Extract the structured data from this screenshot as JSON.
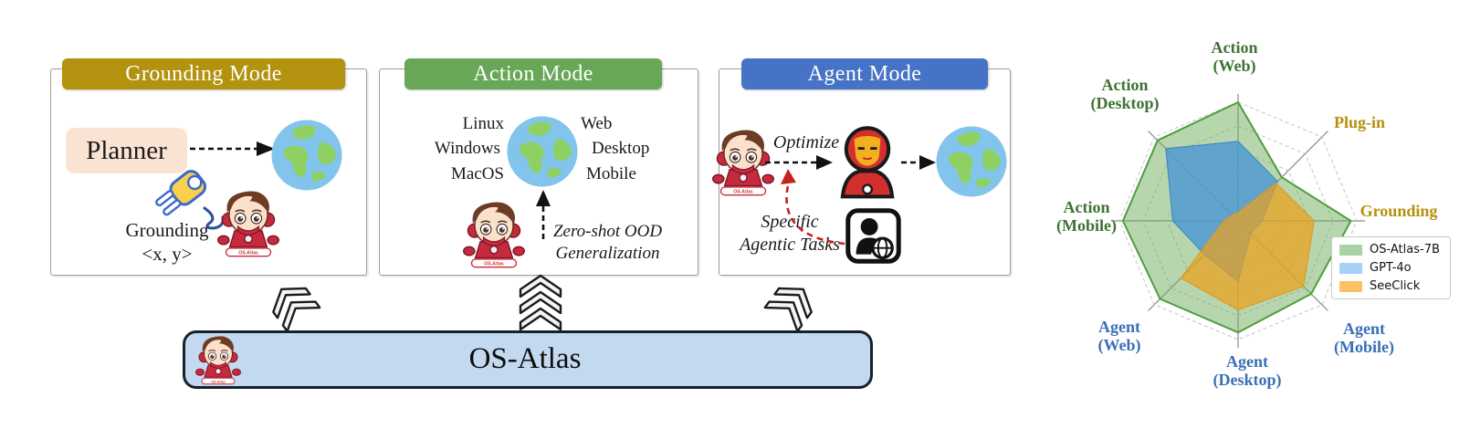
{
  "figure": {
    "background": "#ffffff"
  },
  "panels": {
    "grounding": {
      "title": "Grounding Mode",
      "header_color": "#b2920e",
      "planner_label": "Planner",
      "output_line1": "Grounding",
      "output_line2": "<x, y>"
    },
    "action": {
      "title": "Action Mode",
      "header_color": "#67a757",
      "os_list": [
        "Linux",
        "Windows",
        "MacOS"
      ],
      "platforms": [
        "Web",
        "Desktop",
        "Mobile"
      ],
      "caption_line1": "Zero-shot OOD",
      "caption_line2": "Generalization"
    },
    "agent": {
      "title": "Agent Mode",
      "header_color": "#4673c5",
      "optimize_label": "Optimize",
      "tasks_line1": "Specific",
      "tasks_line2": "Agentic Tasks"
    }
  },
  "bottom_bar": {
    "title": "OS-Atlas",
    "fill": "#c3d9ef"
  },
  "mascot": {
    "banner": "OS-Atlas"
  },
  "chart_data": {
    "type": "radar",
    "title": "",
    "range": [
      0,
      1
    ],
    "grid_levels": [
      0.2,
      0.4,
      0.6,
      0.8,
      1.0
    ],
    "grid_style": "dashed octagonal rings with gray spokes",
    "legend_position": "right",
    "axes": [
      {
        "label": "Action (Web)",
        "lines": [
          "Action",
          "(Web)"
        ],
        "group": "action"
      },
      {
        "label": "Plug-in",
        "lines": [
          "Plug-in"
        ],
        "group": "grounding"
      },
      {
        "label": "Grounding",
        "lines": [
          "Grounding"
        ],
        "group": "grounding"
      },
      {
        "label": "Agent (Mobile)",
        "lines": [
          "Agent",
          "(Mobile)"
        ],
        "group": "agent"
      },
      {
        "label": "Agent (Desktop)",
        "lines": [
          "Agent",
          "(Desktop)"
        ],
        "group": "agent"
      },
      {
        "label": "Agent (Web)",
        "lines": [
          "Agent",
          "(Web)"
        ],
        "group": "agent"
      },
      {
        "label": "Action (Mobile)",
        "lines": [
          "Action",
          "(Mobile)"
        ],
        "group": "action"
      },
      {
        "label": "Action (Desktop)",
        "lines": [
          "Action",
          "(Desktop)"
        ],
        "group": "action"
      }
    ],
    "axis_label_colors": {
      "action": "#3e7233",
      "grounding": "#b4900d",
      "agent": "#3a6fb8"
    },
    "series": [
      {
        "name": "OS-Atlas-7B",
        "values": [
          1.0,
          0.52,
          0.95,
          0.87,
          0.94,
          0.93,
          0.97,
          0.96
        ],
        "fill": "rgba(112,173,92,0.5)",
        "stroke": "#4f9e3c",
        "legend_color": "#a9d3a4"
      },
      {
        "name": "GPT-4o",
        "values": [
          0.67,
          0.47,
          0.2,
          0.15,
          0.51,
          0.4,
          0.55,
          0.86
        ],
        "fill": "rgba(74,151,212,0.8)",
        "stroke": "rgba(60,135,200,0.9)",
        "legend_color": "#a6d0f5"
      },
      {
        "name": "SeeClick",
        "values": [
          0.07,
          0.45,
          0.64,
          0.78,
          0.75,
          0.68,
          0.12,
          0.07
        ],
        "fill": "rgba(236,161,31,0.72)",
        "stroke": "rgba(225,150,25,0.85)",
        "legend_color": "#fbc164"
      }
    ]
  }
}
